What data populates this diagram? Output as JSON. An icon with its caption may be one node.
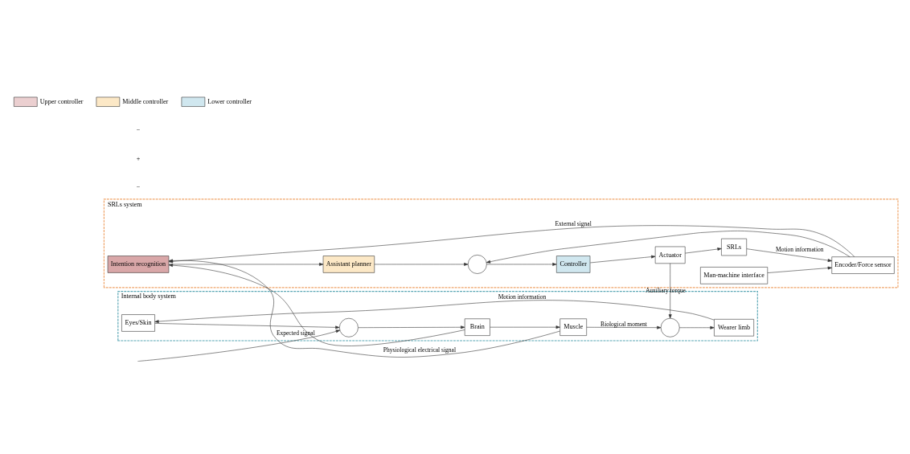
{
  "diagram": {
    "nodes": [
      {
        "text": [
          "Internal body system"
        ]
      },
      {
        "text": [
          "Eyes/Skin"
        ],
        "in": 0
      },
      {
        "text": [],
        "shape": "circle",
        "in": 0
      },
      {
        "text": [
          "Brain"
        ],
        "in": 0
      },
      {
        "text": [
          "Muscle"
        ],
        "in": 0
      },
      {
        "text": [],
        "shape": "circle",
        "in": 0
      },
      {
        "text": [
          "Wearer limb"
        ],
        "in": 0
      },
      {
        "text": [
          "SRLs system"
        ]
      },
      {
        "text": [
          "Intention recognition"
        ],
        "in": 7
      },
      {
        "text": [
          "Assistant planner"
        ],
        "in": 7
      },
      {
        "text": [],
        "shape": "circle",
        "in": 7
      },
      {
        "text": [
          "Controller"
        ],
        "in": 7
      },
      {
        "text": [
          "Actuator"
        ],
        "in": 7
      },
      {
        "text": [
          "SRLs"
        ],
        "in": 7
      },
      {
        "text": [
          "Man-machine interface"
        ],
        "in": 7
      },
      {
        "text": [
          "Encoder/Force sensor"
        ],
        "in": 7
      }
    ],
    "edges": [
      {
        "from": null,
        "to": 2,
        "arrow": "to",
        "label": "Expected signal"
      },
      {
        "from": 2,
        "to": 3,
        "arrow": "to"
      },
      {
        "from": 3,
        "to": 4,
        "arrow": "to"
      },
      {
        "from": 4,
        "to": 5,
        "arrow": "to",
        "label": "Biological moment"
      },
      {
        "from": 5,
        "to": 6,
        "arrow": "to"
      },
      {
        "from": 6,
        "to": 1,
        "arrow": "to",
        "label": "Motion information"
      },
      {
        "from": 1,
        "to": 2,
        "arrow": "to"
      },
      {
        "from": 3,
        "to": 8,
        "arrow": "to"
      },
      {
        "from": 4,
        "to": 8,
        "arrow": "to",
        "label": "Physiological electrical signal"
      },
      {
        "from": 8,
        "to": 9,
        "arrow": "to"
      },
      {
        "from": 9,
        "to": 10,
        "arrow": "to"
      },
      {
        "from": 10,
        "to": 11,
        "arrow": "to"
      },
      {
        "from": 11,
        "to": 12,
        "arrow": "to"
      },
      {
        "from": 12,
        "to": 13,
        "arrow": "to"
      },
      {
        "from": 12,
        "to": 5,
        "arrow": "to",
        "label": "Auxiliary torque"
      },
      {
        "from": 13,
        "to": 15,
        "arrow": "to",
        "label": "Motion information"
      },
      {
        "from": 14,
        "to": 15,
        "arrow": "to"
      },
      {
        "from": 15,
        "to": 8,
        "arrow": "to",
        "label": "External signal"
      },
      {
        "from": 15,
        "to": 10,
        "arrow": "to"
      }
    ],
    "labels": [
      "−",
      "+",
      "−"
    ],
    "legend": [
      {
        "text": "Upper controller",
        "color": "#ebcfd0"
      },
      {
        "text": "Middle controller",
        "color": "#fce8c6"
      },
      {
        "text": "Lower controller",
        "color": "#d0e7ef"
      }
    ]
  }
}
